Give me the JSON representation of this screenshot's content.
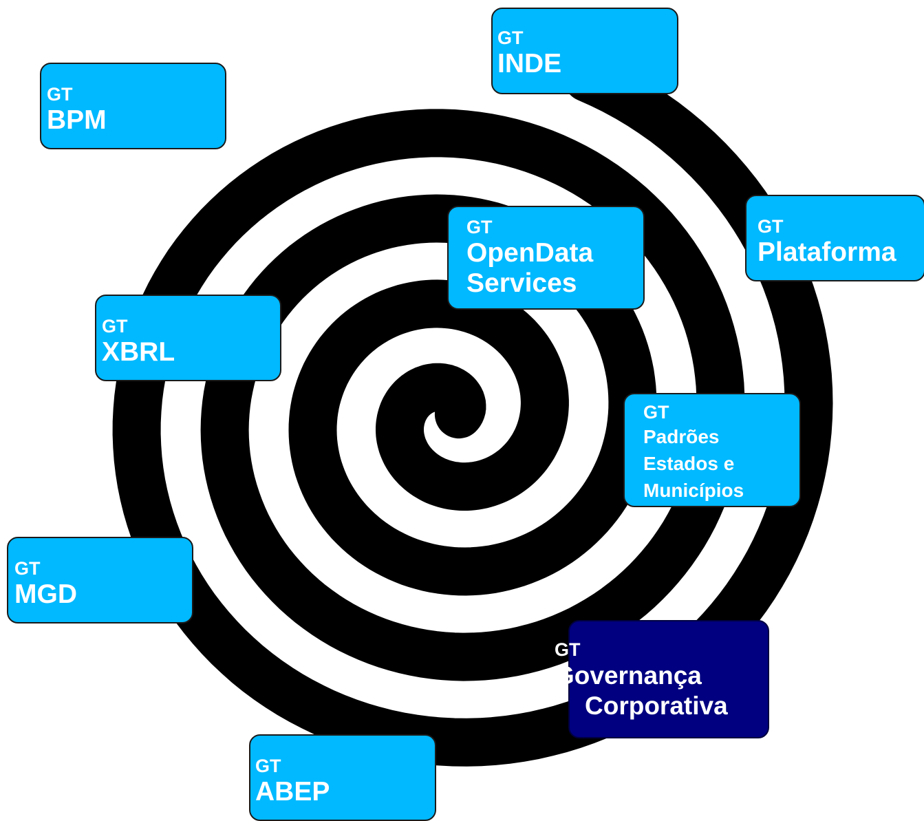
{
  "colors": {
    "box_fill": "#00b9ff",
    "box_fill_highlight": "#000080",
    "text": "#ffffff",
    "spiral": "#000000"
  },
  "groups": [
    {
      "id": "bpm",
      "prefix": "GT",
      "name": "BPM"
    },
    {
      "id": "inde",
      "prefix": "GT",
      "name": "INDE"
    },
    {
      "id": "plataforma",
      "prefix": "GT",
      "name": "Plataforma"
    },
    {
      "id": "opendata",
      "prefix": "GT",
      "name_line1": "OpenData",
      "name_line2": "Services"
    },
    {
      "id": "xbrl",
      "prefix": "GT",
      "name": "XBRL"
    },
    {
      "id": "padroes",
      "prefix": "GT",
      "name_line1": "Padrões",
      "name_line2": "Estados e",
      "name_line3": "Municípios"
    },
    {
      "id": "mgd",
      "prefix": "GT",
      "name": "MGD"
    },
    {
      "id": "governanca",
      "prefix": "GT",
      "name_line1": "Governança",
      "name_line2": "Corporativa"
    },
    {
      "id": "abep",
      "prefix": "GT",
      "name": "ABEP"
    }
  ]
}
